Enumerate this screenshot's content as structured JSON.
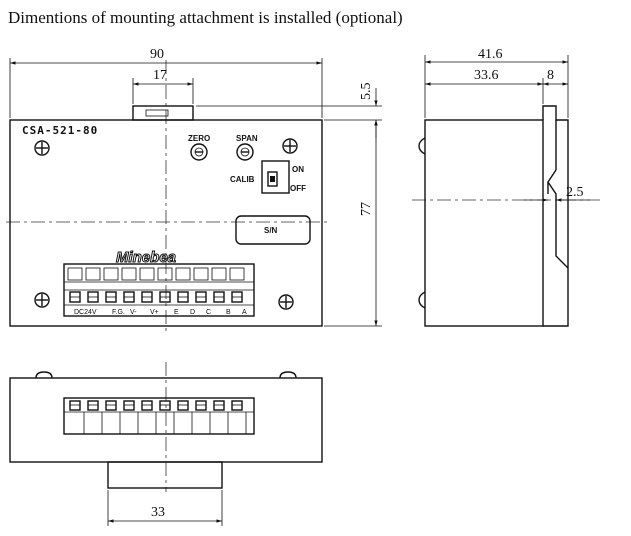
{
  "title": "Dimentions of mounting attachment is installed (optional)",
  "dimensions": {
    "front_width": "90",
    "attachment_width": "17",
    "attachment_height": "5.5",
    "height": "77",
    "side_total_depth": "41.6",
    "side_body_depth": "33.6",
    "side_attachment_depth": "8",
    "rail_offset": "2.5",
    "bottom_attachment_width": "33"
  },
  "labels": {
    "model": "CSA-521-80",
    "zero": "ZERO",
    "span": "SPAN",
    "calib": "CALIB",
    "on": "ON",
    "off": "OFF",
    "serial": "S/N",
    "brand": "Minebea",
    "terminals": [
      "DC24V",
      "F.G.",
      "V-",
      "V+",
      "E",
      "D",
      "C",
      "B",
      "A"
    ]
  }
}
